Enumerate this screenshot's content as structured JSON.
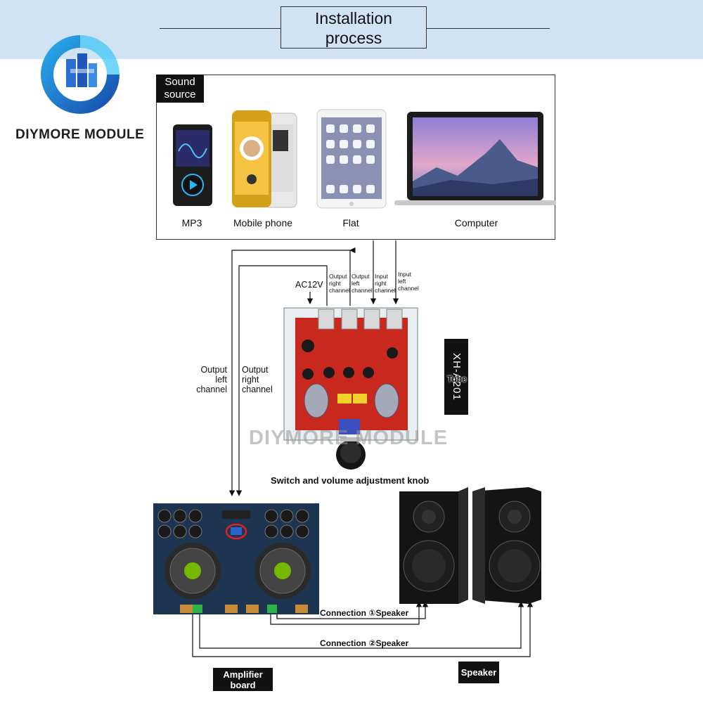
{
  "header": {
    "title_line1": "Installation",
    "title_line2": "process"
  },
  "brand": {
    "name": "DIYMORE MODULE"
  },
  "source_box": {
    "tag_line1": "Sound",
    "tag_line2": "source",
    "devices": [
      "MP3",
      "Mobile phone",
      "Flat",
      "Computer"
    ]
  },
  "preamp": {
    "ac_label": "AC12V",
    "out_right_l1": "Output",
    "out_right_l2": "right",
    "out_right_l3": "channel",
    "out_left_l1": "Output",
    "out_left_l2": "left",
    "out_left_l3": "channel",
    "in_right_l1": "Input",
    "in_right_l2": "right",
    "in_right_l3": "channel",
    "in_left_l1": "Input",
    "in_left_l2": "left",
    "in_left_l3": "channel",
    "model": "XH-A201",
    "tube_label": "Tube",
    "knob_label": "Switch and volume adjustment knob"
  },
  "side_labels": {
    "left_l1": "Output",
    "left_l2": "left",
    "left_l3": "channel",
    "right_l1": "Output",
    "right_l2": "right",
    "right_l3": "channel"
  },
  "watermark": "DIYMORE MODULE",
  "connections": {
    "conn1": "Connection ①Speaker",
    "conn2": "Connection ②Speaker"
  },
  "bottom": {
    "amp_l1": "Amplifier",
    "amp_l2": "board",
    "speaker": "Speaker"
  },
  "colors": {
    "banner": "#cfe3f5",
    "board_red": "#c8281e",
    "amp_blue": "#1d3550",
    "logo_blue": "#1a6fc9"
  }
}
